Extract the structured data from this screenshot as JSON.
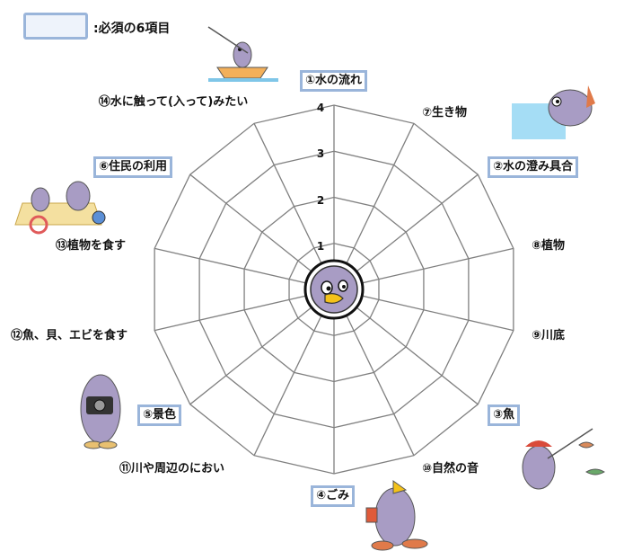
{
  "legend": {
    "text": ":必須の6項目"
  },
  "chart_data": {
    "type": "radar",
    "rmax": 4,
    "ticks": [
      "1",
      "2",
      "3",
      "4"
    ],
    "axes": [
      {
        "label": "①水の流れ",
        "required": true
      },
      {
        "label": "⑦生き物",
        "required": false
      },
      {
        "label": "②水の澄み具合",
        "required": true
      },
      {
        "label": "⑧植物",
        "required": false
      },
      {
        "label": "⑨川底",
        "required": false
      },
      {
        "label": "③魚",
        "required": true
      },
      {
        "label": "⑩自然の音",
        "required": false
      },
      {
        "label": "④ごみ",
        "required": true
      },
      {
        "label": "⑪川や周辺のにおい",
        "required": false
      },
      {
        "label": "⑤景色",
        "required": true
      },
      {
        "label": "⑫魚、貝、エビを食す",
        "required": false
      },
      {
        "label": "⑬植物を食す",
        "required": false
      },
      {
        "label": "⑥住民の利用",
        "required": true
      },
      {
        "label": "⑭水に触って(入って)みたい",
        "required": false
      }
    ],
    "values": []
  },
  "colors": {
    "grid": "#808080",
    "highlight": "#9ab5da",
    "mascot": "#a89cc4",
    "beak": "#f4c21a"
  }
}
